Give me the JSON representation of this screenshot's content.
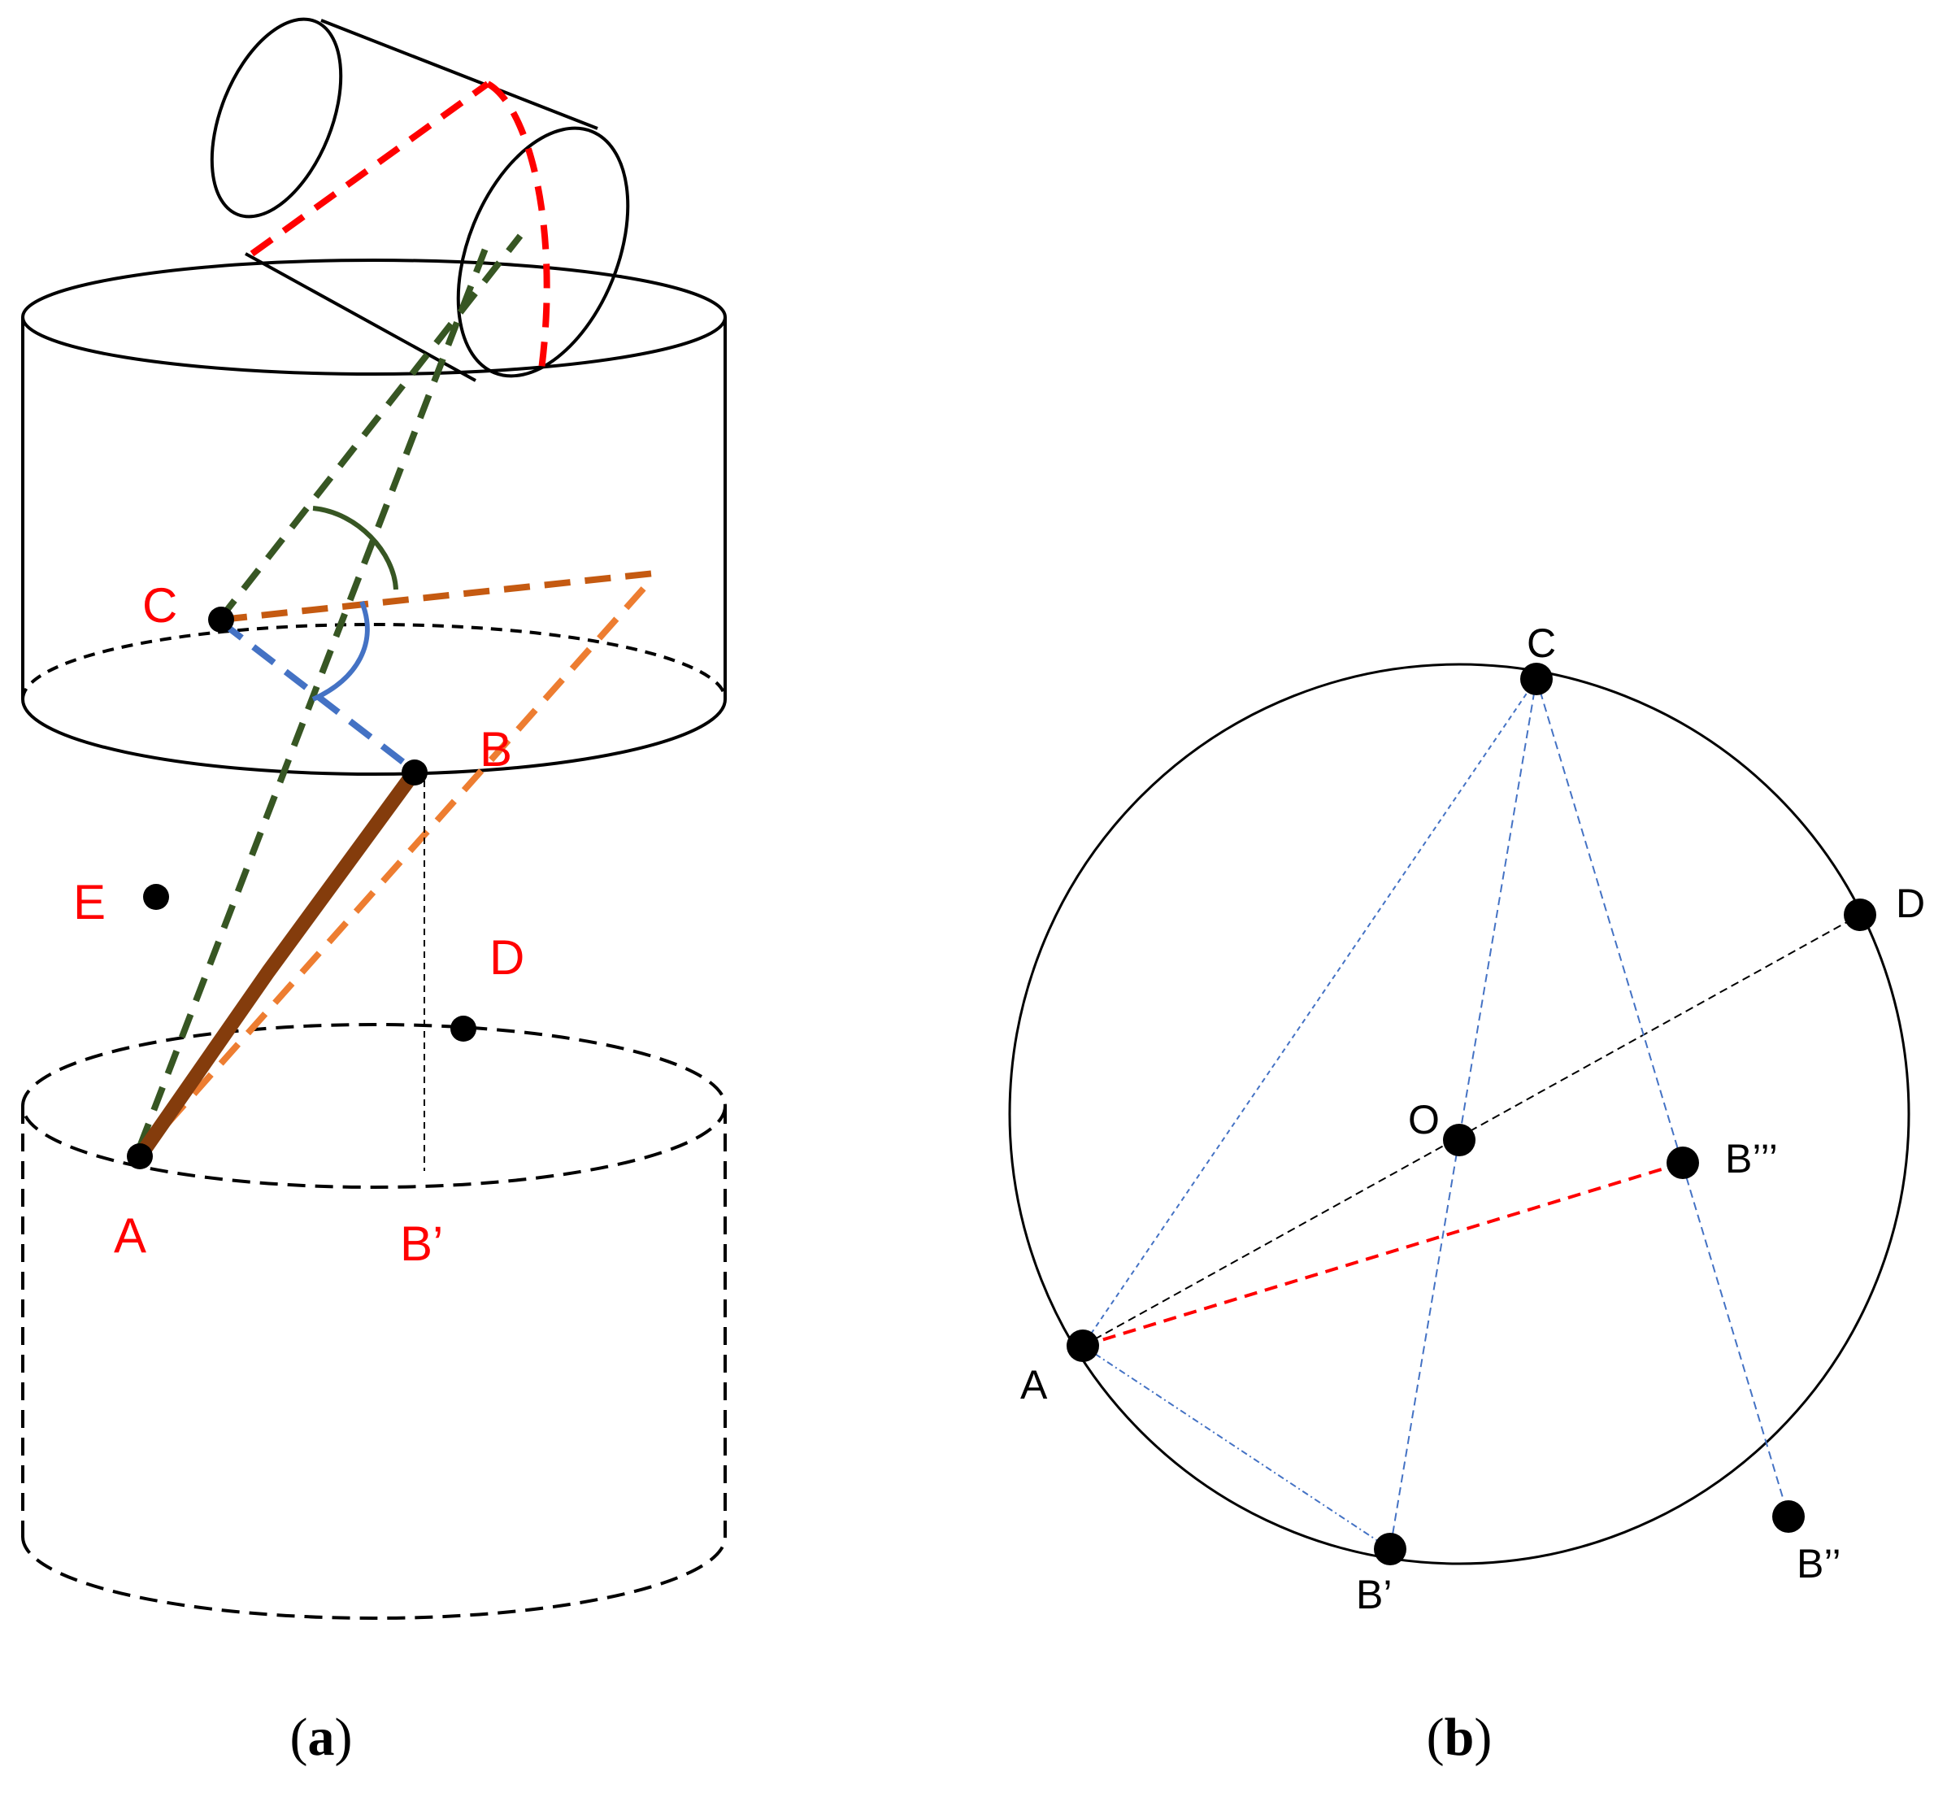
{
  "panel_a": {
    "labels": {
      "A": "A",
      "B": "B",
      "B_prime": "B’",
      "C": "C",
      "D": "D",
      "E": "E"
    },
    "caption": {
      "open": "(",
      "letter": "a",
      "close": ")"
    }
  },
  "panel_b": {
    "labels": {
      "A": "A",
      "B_prime": "B’",
      "B_double_prime": "B’’",
      "B_triple_prime": "B’’’",
      "C": "C",
      "D": "D",
      "O": "O"
    },
    "caption": {
      "open": "(",
      "letter": "b",
      "close": ")"
    }
  },
  "colors": {
    "outline": "#000000",
    "label_red": "#ff0000",
    "red_dash": "#ff0000",
    "green_dash": "#375623",
    "brown_rod": "#843c0c",
    "orange_dash": "#ed7d31",
    "dark_orange_dash": "#c55a11",
    "blue_dash": "#4472c4"
  }
}
